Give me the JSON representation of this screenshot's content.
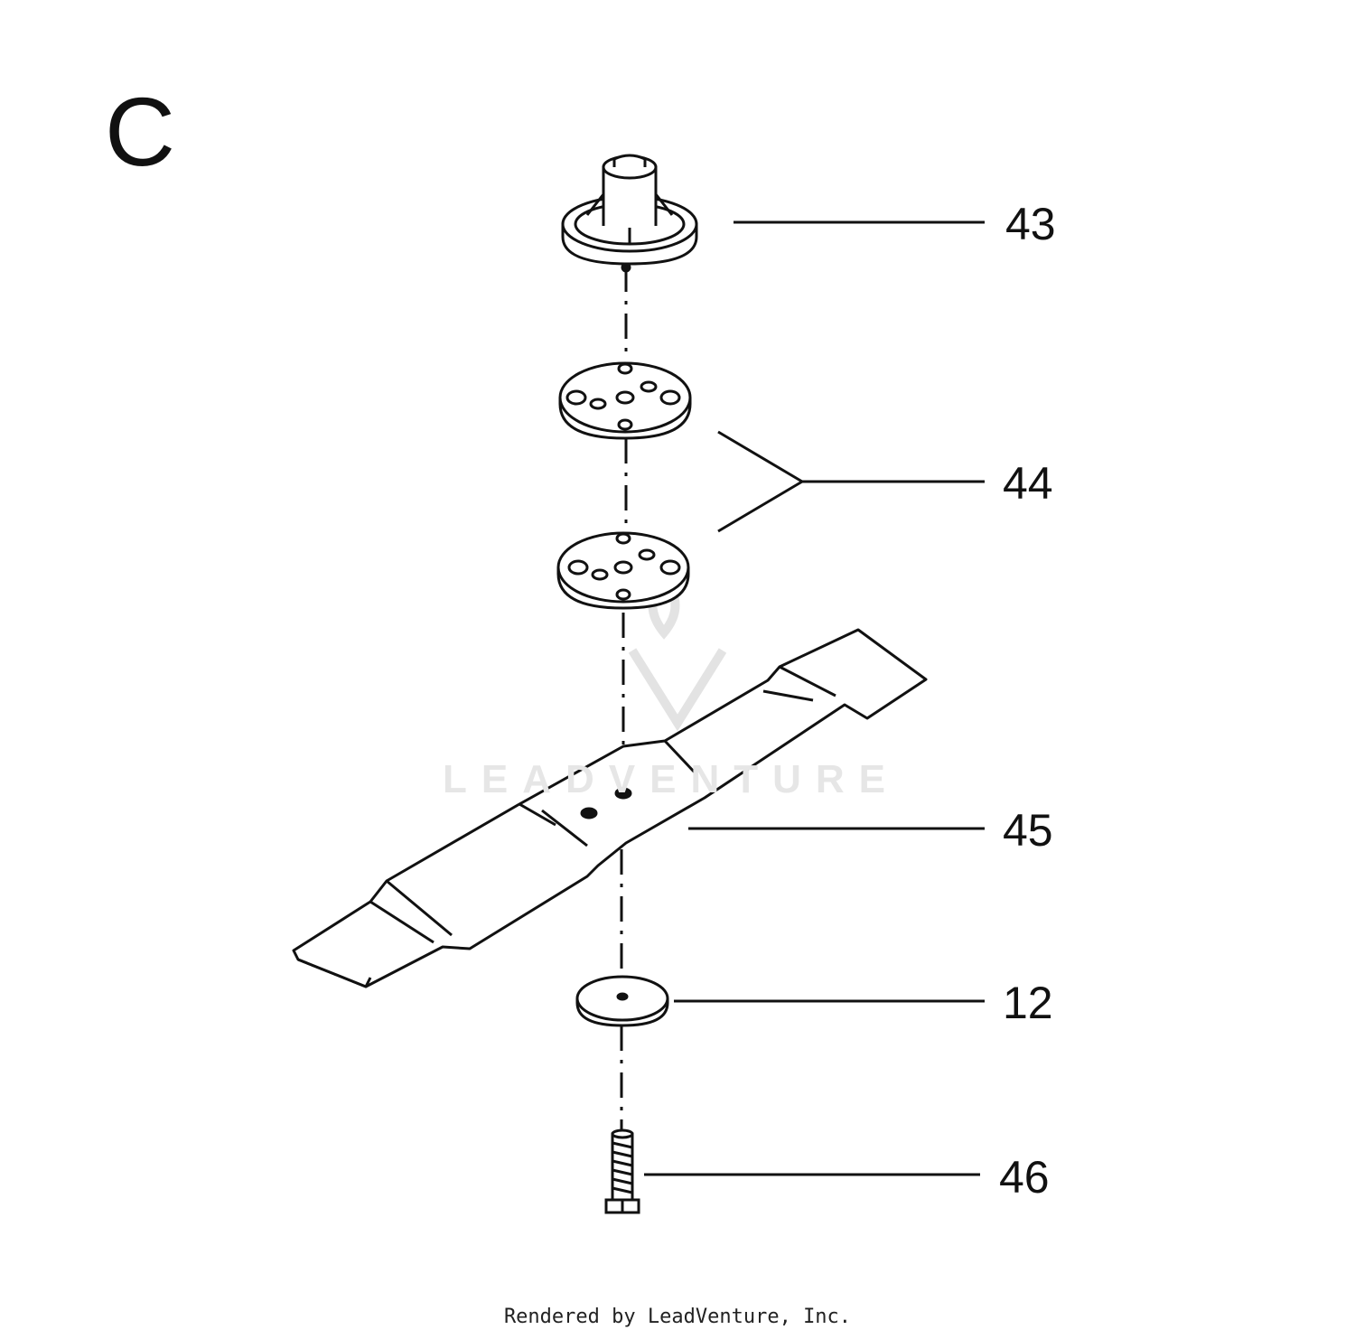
{
  "diagram": {
    "section_letter": "C",
    "watermark_text": "LEADVENTURE",
    "footer_text": "Rendered by LeadVenture, Inc.",
    "colors": {
      "line": "#111111",
      "watermark": "#e6e6e6",
      "background": "#ffffff"
    },
    "callouts": [
      {
        "id": "43",
        "label": "43",
        "part": "blade-adapter-hub"
      },
      {
        "id": "44",
        "label": "44",
        "part": "blade-plate"
      },
      {
        "id": "45",
        "label": "45",
        "part": "mower-blade"
      },
      {
        "id": "12",
        "label": "12",
        "part": "washer"
      },
      {
        "id": "46",
        "label": "46",
        "part": "bolt"
      }
    ]
  }
}
